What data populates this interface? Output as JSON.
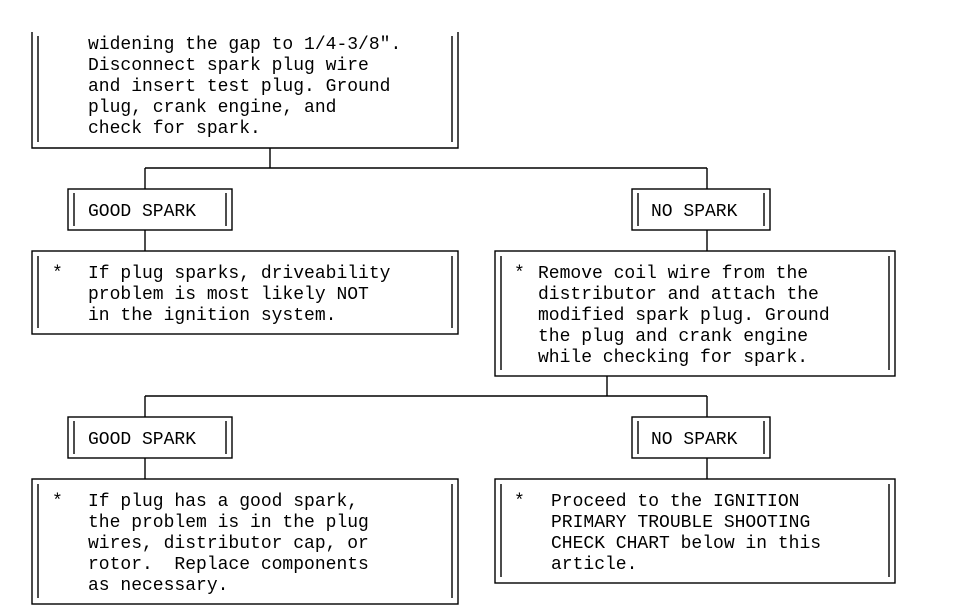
{
  "top_step": {
    "lines": [
      "widening the gap to 1/4-3/8\".",
      "Disconnect spark plug wire",
      "and insert test plug. Ground",
      "plug, crank engine, and",
      "check for spark."
    ]
  },
  "branch_1": {
    "good_label": "GOOD SPARK",
    "no_label": "NO SPARK",
    "good_result": {
      "bullet": "*",
      "lines": [
        "If plug sparks, driveability",
        "problem is most likely NOT",
        "in the ignition system."
      ]
    },
    "no_result": {
      "bullet": "*",
      "lines": [
        "Remove coil wire from the",
        "distributor and attach the",
        "modified spark plug. Ground",
        "the plug and crank engine",
        "while checking for spark."
      ]
    }
  },
  "branch_2": {
    "good_label": "GOOD SPARK",
    "no_label": "NO SPARK",
    "good_result": {
      "bullet": "*",
      "lines": [
        "If plug has a good spark,",
        "the problem is in the plug",
        "wires, distributor cap, or",
        "rotor.  Replace components",
        "as necessary."
      ]
    },
    "no_result": {
      "bullet": "*",
      "lines": [
        "Proceed to the IGNITION",
        "PRIMARY TROUBLE SHOOTING",
        "CHECK CHART below in this",
        "article."
      ]
    }
  }
}
